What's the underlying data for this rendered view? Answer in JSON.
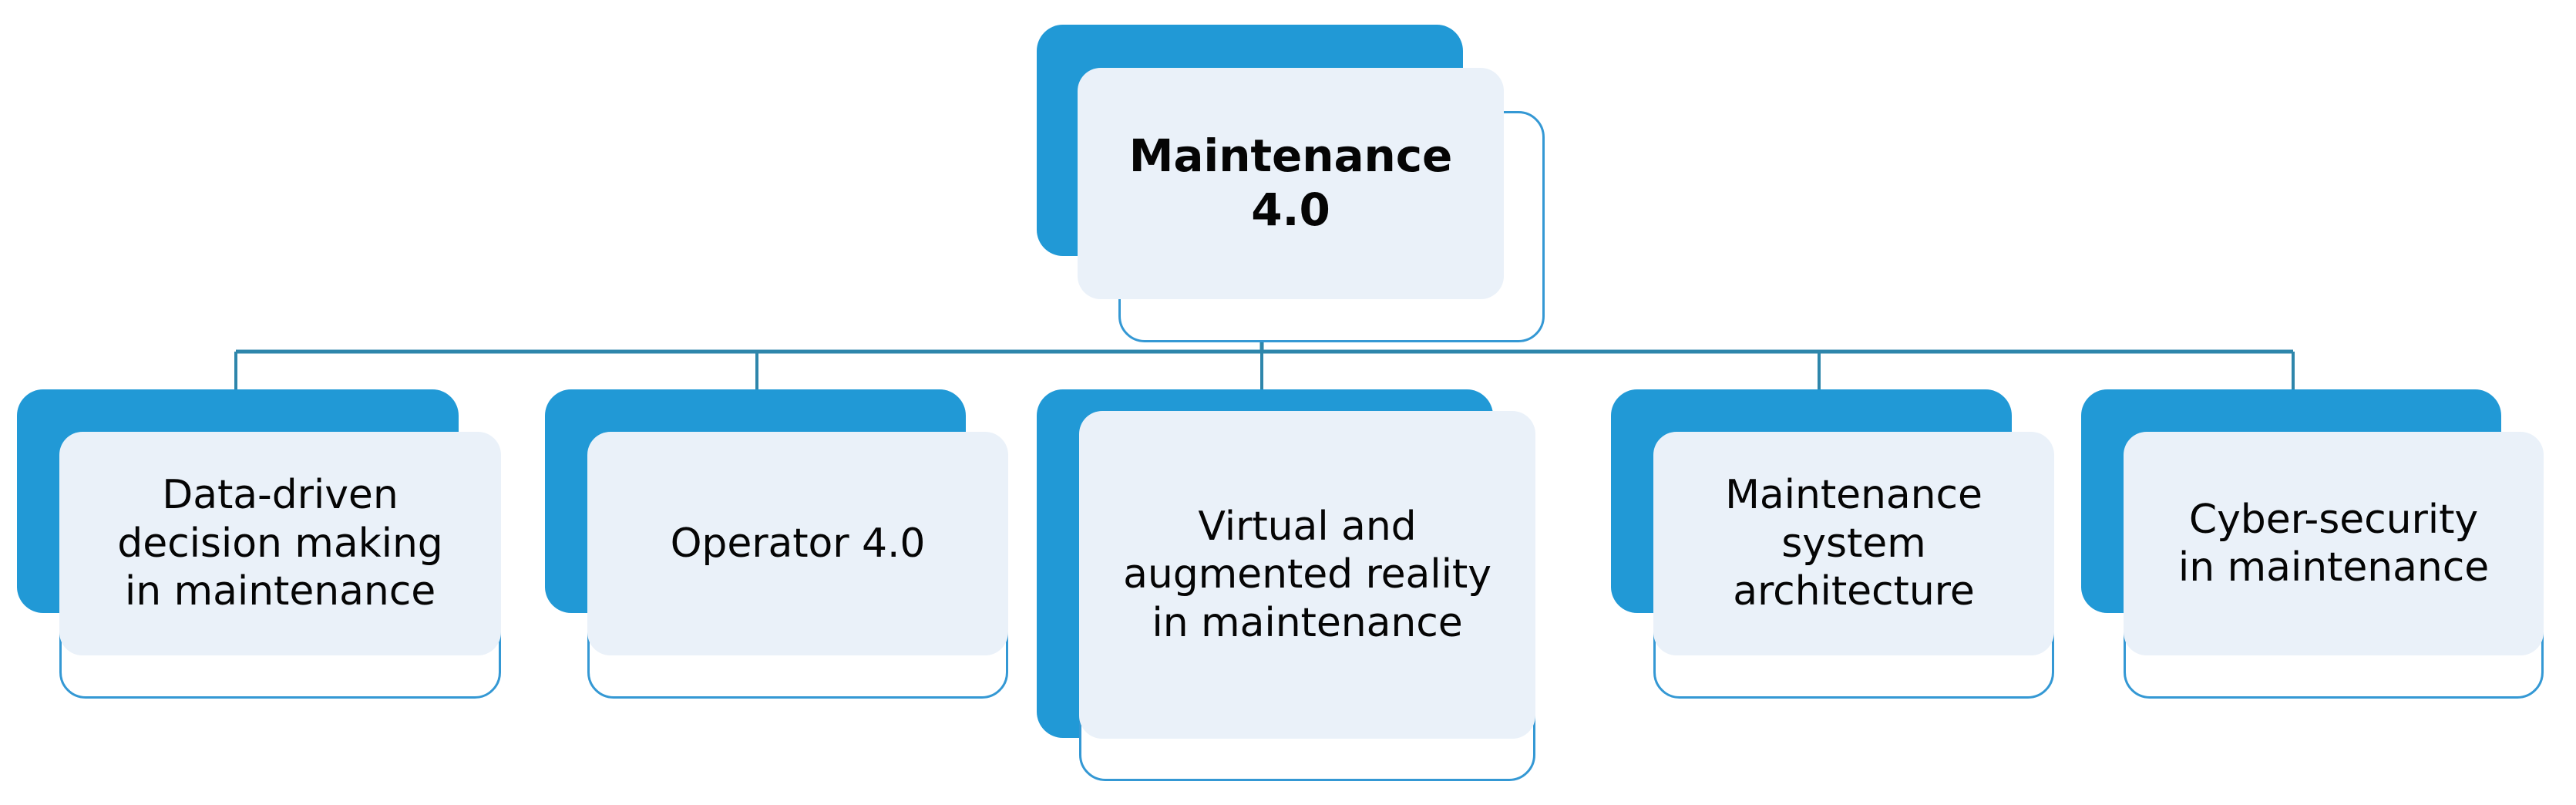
{
  "diagram": {
    "type": "hierarchy-tree",
    "title": "Maintenance 4.0 pillars",
    "colors": {
      "accent_blue": "#2199D6",
      "card_fill": "#EAF1F9",
      "card_outline": "#3498D4",
      "connector": "#2E86AB",
      "text": "#050505",
      "background": "#FFFFFF"
    },
    "root": {
      "label": "Maintenance\n4.0",
      "line1": "Maintenance",
      "line2": "4.0",
      "bold": true
    },
    "children": [
      {
        "index": 1,
        "label": "Data-driven\ndecision making\nin maintenance",
        "lines": [
          "Data-driven",
          "decision making",
          "in maintenance"
        ]
      },
      {
        "index": 2,
        "label": "Operator 4.0",
        "lines": [
          "Operator 4.0"
        ]
      },
      {
        "index": 3,
        "label": "Virtual and\naugmented reality\nin maintenance",
        "lines": [
          "Virtual and",
          "augmented reality",
          "in maintenance"
        ]
      },
      {
        "index": 4,
        "label": "Maintenance\nsystem\narchitecture",
        "lines": [
          "Maintenance",
          "system",
          "architecture"
        ]
      },
      {
        "index": 5,
        "label": "Cyber-security\nin maintenance",
        "lines": [
          "Cyber-security",
          "in maintenance"
        ]
      }
    ]
  }
}
